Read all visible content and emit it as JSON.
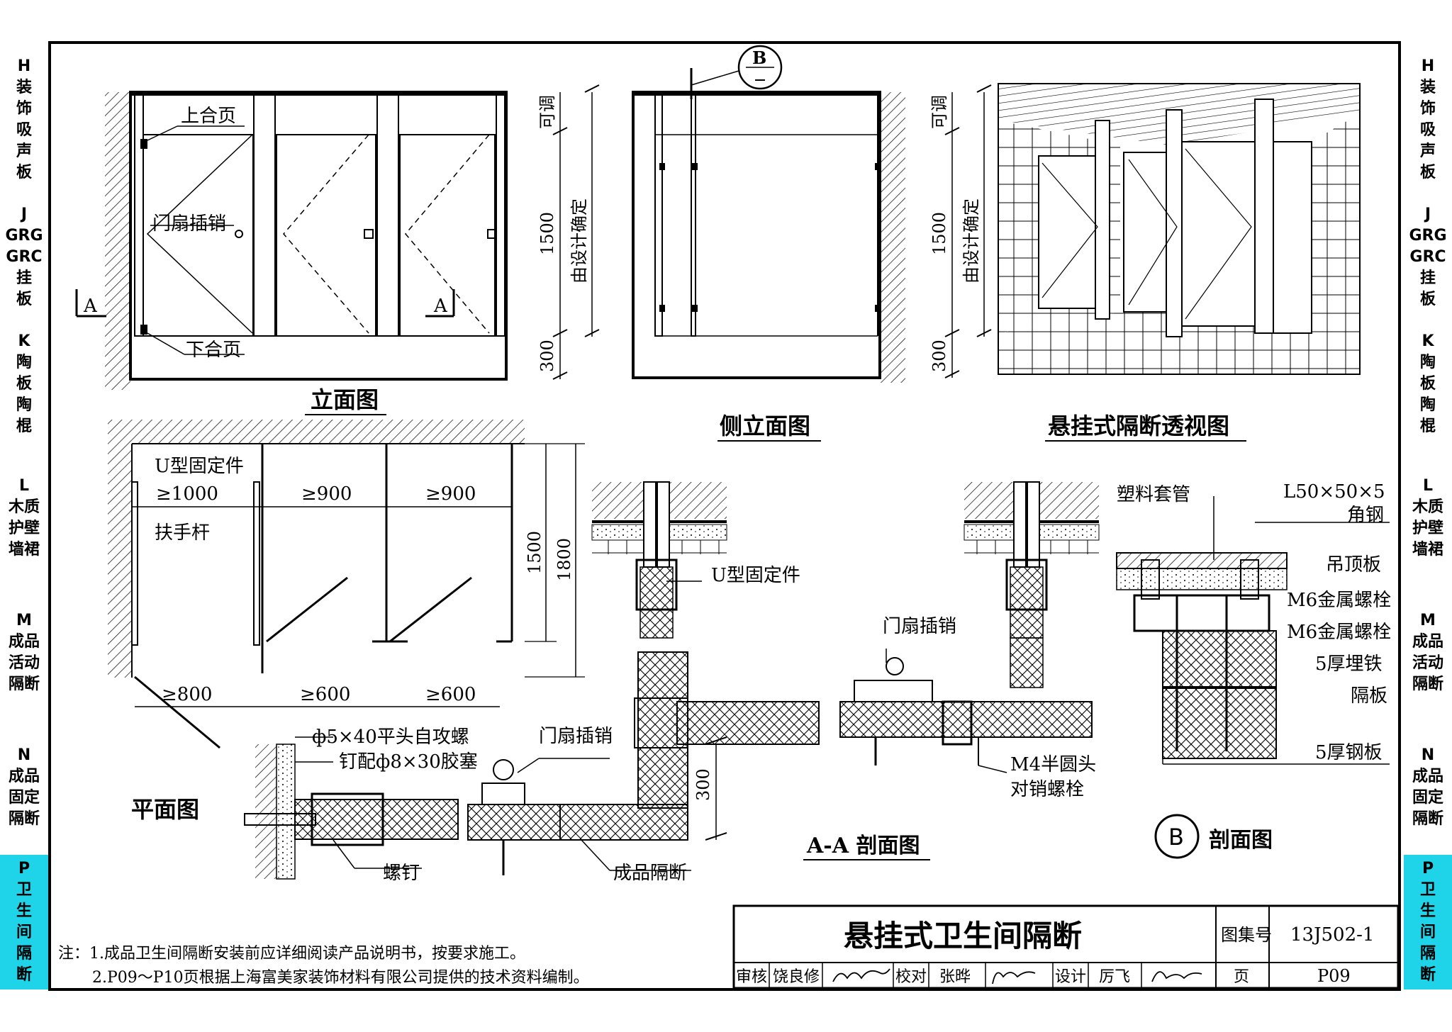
{
  "side_tabs_left": [
    {
      "lines": [
        "H",
        "装",
        "饰",
        "吸",
        "声",
        "板"
      ],
      "active": false
    },
    {
      "lines": [
        "J",
        "GRG",
        "GRC",
        "挂",
        "板"
      ],
      "active": false
    },
    {
      "lines": [
        "K",
        "陶",
        "板",
        "陶",
        "棍"
      ],
      "active": false
    },
    {
      "lines": [
        "L",
        "木质",
        "护壁",
        "墙裙"
      ],
      "active": false
    },
    {
      "lines": [
        "M",
        "成品",
        "活动",
        "隔断"
      ],
      "active": false
    },
    {
      "lines": [
        "N",
        "成品",
        "固定",
        "隔断"
      ],
      "active": false
    },
    {
      "lines": [
        "P",
        "卫",
        "生",
        "间",
        "隔",
        "断"
      ],
      "active": true
    }
  ],
  "side_tabs_right": [
    {
      "lines": [
        "H",
        "装",
        "饰",
        "吸",
        "声",
        "板"
      ],
      "active": false
    },
    {
      "lines": [
        "J",
        "GRG",
        "GRC",
        "挂",
        "板"
      ],
      "active": false
    },
    {
      "lines": [
        "K",
        "陶",
        "板",
        "陶",
        "棍"
      ],
      "active": false
    },
    {
      "lines": [
        "L",
        "木质",
        "护壁",
        "墙裙"
      ],
      "active": false
    },
    {
      "lines": [
        "M",
        "成品",
        "活动",
        "隔断"
      ],
      "active": false
    },
    {
      "lines": [
        "N",
        "成品",
        "固定",
        "隔断"
      ],
      "active": false
    },
    {
      "lines": [
        "P",
        "卫",
        "生",
        "间",
        "隔",
        "断"
      ],
      "active": true
    }
  ],
  "elevation": {
    "title": "立面图",
    "upper_hinge": "上合页",
    "lower_hinge": "下合页",
    "latch": "门扇插销",
    "dim_adjust": "可调",
    "dim_1500": "1500",
    "dim_design": "由设计确定",
    "dim_300": "300",
    "section_mark": "A"
  },
  "side_elevation": {
    "title": "侧立面图",
    "callout": "B",
    "dim_adjust": "可调",
    "dim_1500": "1500",
    "dim_design": "由设计确定",
    "dim_300": "300"
  },
  "perspective": {
    "title": "悬挂式隔断透视图"
  },
  "plan": {
    "title": "平面图",
    "u_fixture": "U型固定件",
    "handrail": "扶手杆",
    "dim_1000": "≥1000",
    "dim_900a": "≥900",
    "dim_900b": "≥900",
    "dim_800": "≥800",
    "dim_600a": "≥600",
    "dim_600b": "≥600",
    "dim_1500": "1500",
    "dim_1800": "1800",
    "screw_note1": "ф5×40平头自攻螺",
    "screw_note2": "钉配ф8×30胶塞",
    "screw": "螺钉",
    "latch": "门扇插销",
    "finished_partition": "成品隔断"
  },
  "section_aa": {
    "title": "A-A 剖面图",
    "u_fixture": "U型固定件",
    "latch": "门扇插销",
    "bolt1": "M4半圆头",
    "bolt2": "对销螺栓",
    "dim_300": "300"
  },
  "section_b": {
    "title": "剖面图",
    "circle": "B",
    "sleeve": "塑料套管",
    "angle1": "L50×50×5",
    "angle2": "角钢",
    "ceiling": "吊顶板",
    "m6a": "M6金属螺栓",
    "m6b": "M6金属螺栓",
    "embed": "5厚埋铁",
    "partition": "隔板",
    "steel": "5厚钢板"
  },
  "notes": {
    "line1": "注：1.成品卫生间隔断安装前应详细阅读产品说明书，按要求施工。",
    "line2": "2.P09～P10页根据上海富美家装饰材料有限公司提供的技术资料编制。"
  },
  "title_block": {
    "title": "悬挂式卫生间隔断",
    "atlas_label": "图集号",
    "atlas_no": "13J502-1",
    "review_label": "审核",
    "reviewer": "饶良修",
    "check_label": "校对",
    "checker": "张晔",
    "design_label": "设计",
    "designer": "厉飞",
    "page_label": "页",
    "page_no": "P09"
  }
}
